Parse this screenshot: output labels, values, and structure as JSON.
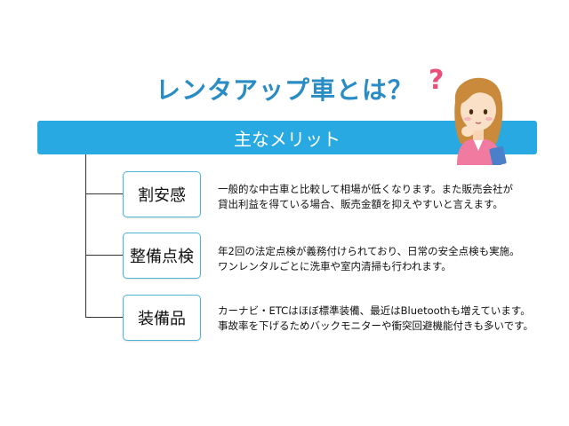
{
  "title": "レンタアップ車とは？",
  "header": {
    "label": "主なメリット"
  },
  "items": [
    {
      "label": "割安感",
      "desc": [
        "一般的な中古車と比較して相場が低くなります。また販売会社が",
        "貸出利益を得ている場合、販売金額を抑えやすいと言えます。"
      ]
    },
    {
      "label": "整備点検",
      "desc": [
        "年2回の法定点検が義務付けられており、日常の安全点検も実施。",
        "ワンレンタルごとに洗車や室内清掃も行われます。"
      ]
    },
    {
      "label": "装備品",
      "desc": [
        "カーナビ・ETCはほぼ標準装備、最近はBluetoothも増えています。",
        "事故率を下げるためバックモニターや衝突回避機能付きも多いです。"
      ]
    }
  ],
  "illustration": {
    "glyph": "?"
  },
  "colors": {
    "accent": "#29a9e1",
    "title": "#2a8cc4",
    "box_border": "#4db6d6"
  }
}
